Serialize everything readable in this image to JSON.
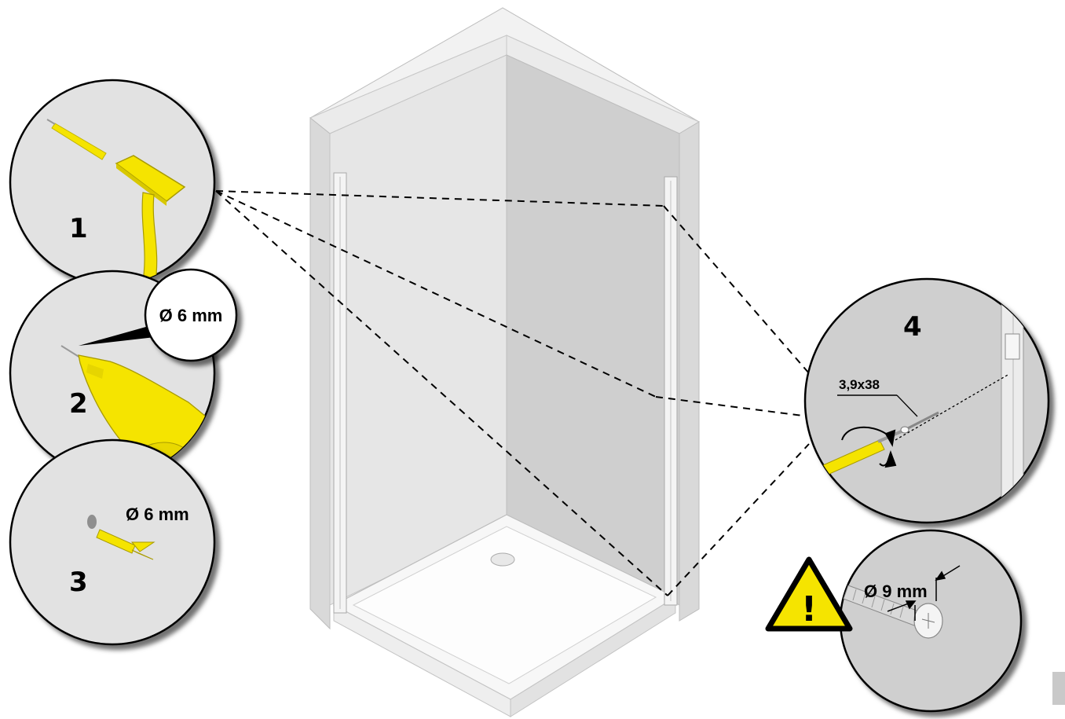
{
  "steps": [
    {
      "number": "1",
      "tool": "hammer"
    },
    {
      "number": "2",
      "tool": "drill",
      "callout": "Ø 6 mm"
    },
    {
      "number": "3",
      "tool": "wall-plug",
      "callout": "Ø 6 mm"
    },
    {
      "number": "4",
      "tool": "screwdriver",
      "screw_size": "3,9x38"
    }
  ],
  "warning": {
    "symbol": "!",
    "callout": "Ø 9 mm"
  },
  "colors": {
    "accent": "#f5e400",
    "wall_light": "#e6e6e6",
    "wall_dark": "#cfcfcf",
    "outline": "#000000"
  },
  "icons": [
    "hammer-icon",
    "drill-icon",
    "wall-plug-icon",
    "screwdriver-icon",
    "screw-icon",
    "warning-icon",
    "rotation-arrow-icon"
  ]
}
